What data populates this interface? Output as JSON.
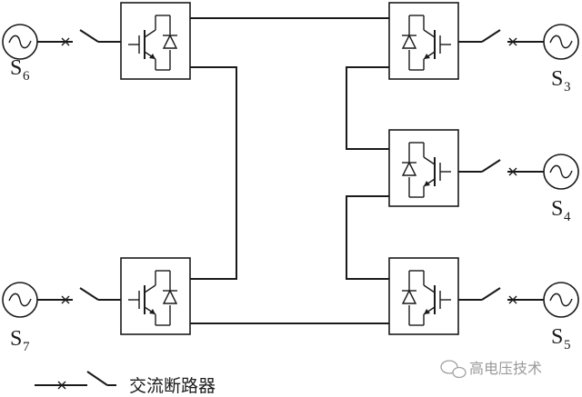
{
  "sources": {
    "s6": {
      "letter": "S",
      "sub": "6"
    },
    "s7": {
      "letter": "S",
      "sub": "7"
    },
    "s3": {
      "letter": "S",
      "sub": "3"
    },
    "s4": {
      "letter": "S",
      "sub": "4"
    },
    "s5": {
      "letter": "S",
      "sub": "5"
    }
  },
  "legend": {
    "breaker_label": "交流断路器"
  },
  "watermark": {
    "text": "高电压技术"
  }
}
